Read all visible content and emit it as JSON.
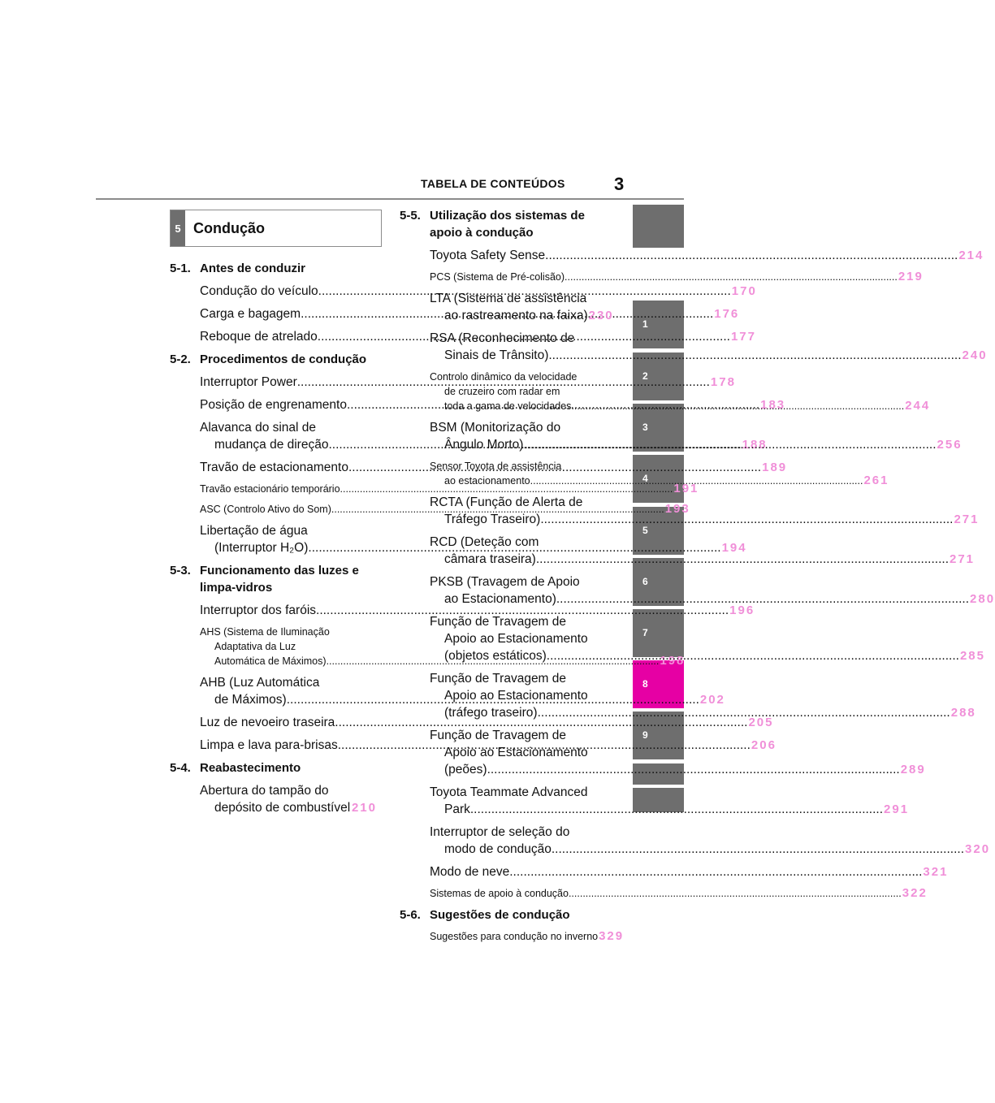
{
  "header": {
    "title": "TABELA DE CONTEÚDOS",
    "page_number": "3"
  },
  "tabs": [
    "",
    "1",
    "2",
    "3",
    "4",
    "5",
    "6",
    "7",
    "8",
    "9",
    "",
    ""
  ],
  "active_tab": "8",
  "section": {
    "number": "5",
    "title": "Condução"
  },
  "groups": [
    {
      "number": "5-1.",
      "title": [
        "Antes de conduzir"
      ],
      "items": [
        {
          "lines": [
            "Condução do veículo "
          ],
          "page": "170"
        },
        {
          "lines": [
            "Carga e bagagem "
          ],
          "page": "176"
        },
        {
          "lines": [
            "Reboque de atrelado "
          ],
          "page": "177"
        }
      ]
    },
    {
      "number": "5-2.",
      "title": [
        "Procedimentos de condução"
      ],
      "items": [
        {
          "lines": [
            "Interruptor Power "
          ],
          "page": "178"
        },
        {
          "lines": [
            "Posição de engrenamento "
          ],
          "page": "183"
        },
        {
          "lines": [
            "Alavanca do sinal de",
            "mudança de direção "
          ],
          "page": "188"
        },
        {
          "lines": [
            "Travão de estacionamento "
          ],
          "page": "189"
        },
        {
          "lines": [
            "Travão estacionário temporário "
          ],
          "page": "191",
          "small": true
        },
        {
          "lines": [
            "ASC (Controlo Ativo do Som) "
          ],
          "page": "193",
          "small": true
        },
        {
          "lines": [
            "Libertação de água",
            "(Interruptor H₂O) "
          ],
          "page": "194"
        }
      ]
    },
    {
      "number": "5-3.",
      "title": [
        "Funcionamento das luzes e",
        "limpa-vidros"
      ],
      "items": [
        {
          "lines": [
            "Interruptor dos faróis"
          ],
          "page": "196"
        },
        {
          "lines": [
            "AHS (Sistema de Iluminação",
            "Adaptativa da Luz",
            "Automática de Máximos) "
          ],
          "page": "198",
          "small": true
        },
        {
          "lines": [
            "AHB (Luz Automática",
            "de Máximos) "
          ],
          "page": "202"
        },
        {
          "lines": [
            "Luz de nevoeiro traseira "
          ],
          "page": "205"
        },
        {
          "lines": [
            "Limpa e lava para-brisas "
          ],
          "page": "206"
        }
      ]
    },
    {
      "number": "5-4.",
      "title": [
        "Reabastecimento"
      ],
      "items": [
        {
          "lines": [
            "Abertura do tampão do",
            "depósito de combustível "
          ],
          "page": "210"
        }
      ]
    },
    {
      "number": "5-5.",
      "title": [
        "Utilização dos sistemas de",
        "apoio à condução"
      ],
      "items": [
        {
          "lines": [
            "Toyota Safety Sense"
          ],
          "page": "214"
        },
        {
          "lines": [
            "PCS (Sistema de Pré-colisão) "
          ],
          "page": "219",
          "small": true
        },
        {
          "lines": [
            "LTA (Sistema de assistência",
            "ao rastreamento na faixa) "
          ],
          "page": "230"
        },
        {
          "lines": [
            "RSA (Reconhecimento de",
            "Sinais de Trânsito) "
          ],
          "page": "240"
        },
        {
          "lines": [
            "Controlo dinâmico da velocidade",
            "de cruzeiro com radar em",
            "toda a gama de velocidades "
          ],
          "page": "244",
          "small": true
        },
        {
          "lines": [
            "BSM (Monitorização do",
            "Ângulo Morto) "
          ],
          "page": "256"
        },
        {
          "lines": [
            "Sensor Toyota de assistência",
            "ao estacionamento "
          ],
          "page": "261",
          "small": true
        },
        {
          "lines": [
            "RCTA (Função de Alerta de",
            "Tráfego Traseiro) "
          ],
          "page": "271"
        },
        {
          "lines": [
            "RCD (Deteção com",
            "câmara traseira) "
          ],
          "page": "271"
        },
        {
          "lines": [
            "PKSB (Travagem de Apoio",
            "ao Estacionamento)"
          ],
          "page": "280"
        },
        {
          "lines": [
            "Função de Travagem de",
            "Apoio ao Estacionamento",
            "(objetos estáticos) "
          ],
          "page": "285"
        },
        {
          "lines": [
            "Função de Travagem de",
            "Apoio ao Estacionamento",
            "(tráfego traseiro) "
          ],
          "page": "288"
        },
        {
          "lines": [
            "Função de Travagem de",
            "Apoio ao Estacionamento",
            "(peões) "
          ],
          "page": "289"
        },
        {
          "lines": [
            "Toyota Teammate Advanced",
            "Park "
          ],
          "page": "291"
        },
        {
          "lines": [
            "Interruptor de seleção do",
            "modo de condução "
          ],
          "page": "320"
        },
        {
          "lines": [
            "Modo de neve "
          ],
          "page": "321"
        },
        {
          "lines": [
            "Sistemas de apoio à condução "
          ],
          "page": "322",
          "small": true
        }
      ]
    },
    {
      "number": "5-6.",
      "title": [
        "Sugestões de condução"
      ],
      "items": [
        {
          "lines": [
            "Sugestões para condução no inverno"
          ],
          "page": "329",
          "small": true
        }
      ]
    }
  ]
}
